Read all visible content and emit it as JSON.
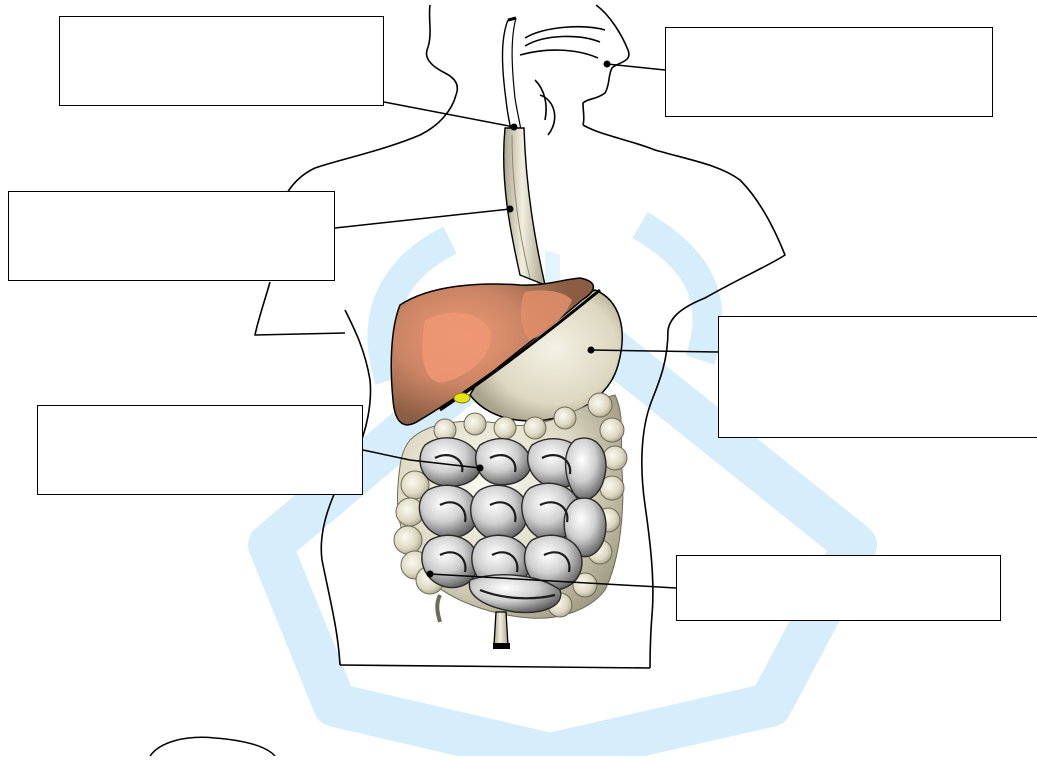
{
  "diagram": {
    "label_boxes": [
      {
        "id": "esophagus-top",
        "text": ""
      },
      {
        "id": "mouth",
        "text": ""
      },
      {
        "id": "esophagus",
        "text": ""
      },
      {
        "id": "stomach",
        "text": ""
      },
      {
        "id": "small-intestine",
        "text": ""
      },
      {
        "id": "large-intestine",
        "text": ""
      }
    ],
    "colors": {
      "outline": "#000000",
      "watermark": "#d6eefb",
      "liver": "#9c6a4c",
      "liver_highlight": "#e89672",
      "stomach": "#e6e1cf",
      "esophagus": "#ddd8c0",
      "intestine": "#c8c8c8",
      "intestine_dark": "#4a4a4a",
      "colon": "#dfdcc8",
      "gallbladder": "#e6e21a"
    }
  }
}
